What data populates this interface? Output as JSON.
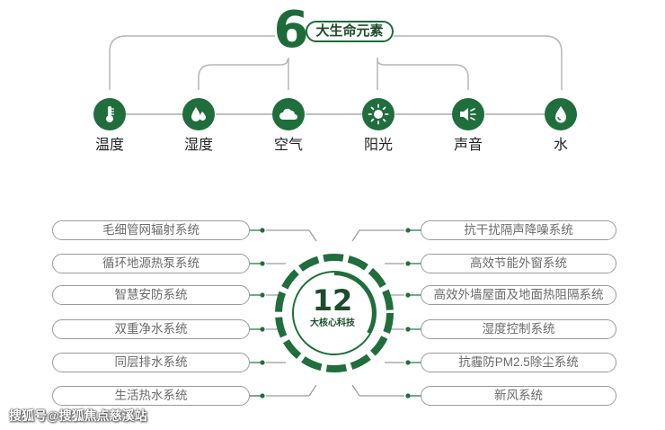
{
  "header": {
    "number": "6",
    "title": "大生命元素"
  },
  "elements": [
    {
      "label": "温度",
      "icon": "thermometer-icon"
    },
    {
      "label": "湿度",
      "icon": "droplets-icon"
    },
    {
      "label": "空气",
      "icon": "cloud-icon"
    },
    {
      "label": "阳光",
      "icon": "sun-icon"
    },
    {
      "label": "声音",
      "icon": "speaker-icon"
    },
    {
      "label": "水",
      "icon": "water-drop-icon"
    }
  ],
  "core": {
    "number": "12",
    "title": "大核心科技"
  },
  "left_systems": [
    "毛细管网辐射系统",
    "循环地源热泵系统",
    "智慧安防系统",
    "双重净水系统",
    "同层排水系统",
    "生活热水系统"
  ],
  "right_systems": [
    "抗干扰隔声降噪系统",
    "高效节能外窗系统",
    "高效外墙屋面及地面热阻隔系统",
    "湿度控制系统",
    "抗霾防PM2.5除尘系统",
    "新风系统"
  ],
  "watermark": "搜狐号@搜狐焦点慈溪站",
  "colors": {
    "primary_green": "#1f6e3c",
    "pill_border": "#9a9a9a",
    "pill_text": "#6a6a6a"
  }
}
